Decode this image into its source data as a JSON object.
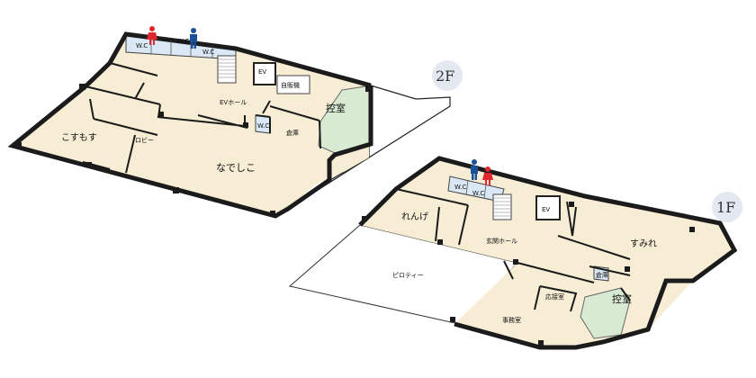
{
  "colors": {
    "room": "#f7edd5",
    "green": "#d9ead3",
    "wc": "#d9e8f4",
    "wall": "#1b1b1b",
    "badge": "#e4e8f1",
    "male": "#1a4f9a",
    "female": "#e0262e"
  },
  "floor2": {
    "badge": "2F",
    "rooms": {
      "kosumosu": "こすもす",
      "lobby": "ロビー",
      "nadeshiko": "なでしこ",
      "ev_hall": "EVホール",
      "hikaeshitsu": "控室",
      "ev": "EV",
      "vending": "自販機",
      "wc_left": "W.C",
      "wc_mid": "W.C",
      "wc_right": "W.C",
      "wc_small": "W.C",
      "soko": "倉庫"
    },
    "icons": [
      "female-restroom-icon",
      "male-restroom-icon"
    ]
  },
  "floor1": {
    "badge": "1F",
    "rooms": {
      "renge": "れんげ",
      "genkan_hall": "玄関ホール",
      "piloti": "ピロティー",
      "sumire": "すみれ",
      "ev": "EV",
      "wc_left": "W.C",
      "wc_right": "W.C",
      "oshitsu": "応接室",
      "jimushitsu": "事務室",
      "hikaeshitsu": "控室",
      "soko": "倉庫"
    },
    "icons": [
      "male-restroom-icon",
      "female-restroom-icon"
    ]
  }
}
